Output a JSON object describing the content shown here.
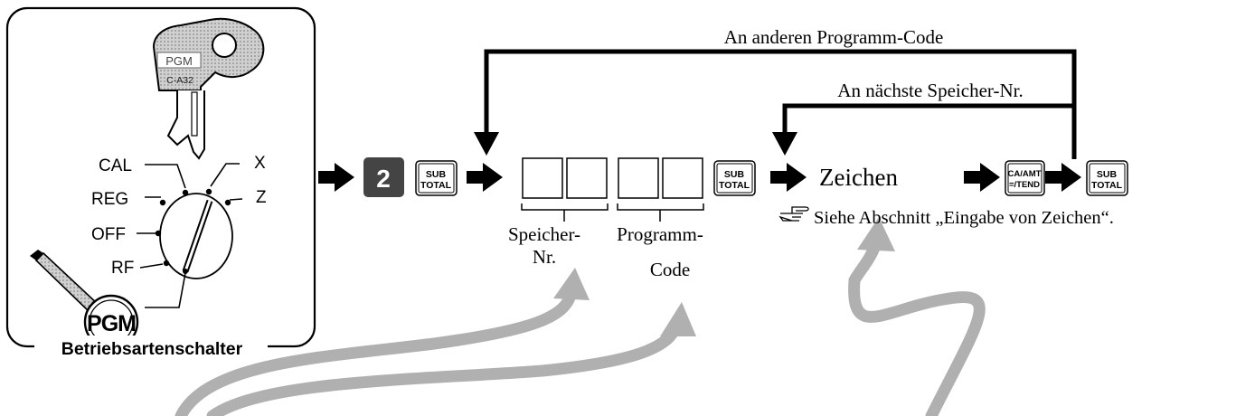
{
  "mode_switch": {
    "caption": "Betriebsartenschalter",
    "key_label": "PGM",
    "key_model": "C-A32",
    "positions": [
      "CAL",
      "REG",
      "OFF",
      "RF",
      "X",
      "Z"
    ],
    "selected_label": "PGM"
  },
  "sequence": {
    "number_key": "2",
    "subtotal_key": {
      "line1": "SUB",
      "line2": "TOTAL"
    },
    "memory_label": {
      "line1": "Speicher-",
      "line2": "Nr."
    },
    "program_label": {
      "line1": "Programm-",
      "line2": "Code"
    },
    "characters_label": "Zeichen",
    "ca_amt_key": {
      "line1": "CA/AMT",
      "line2": "=/TEND"
    }
  },
  "loops": {
    "outer": "An anderen Programm-Code",
    "inner": "An nächste Speicher-Nr."
  },
  "note": {
    "icon": "pointing-hand-icon",
    "text": "Siehe Abschnitt „Eingabe von Zeichen“."
  }
}
